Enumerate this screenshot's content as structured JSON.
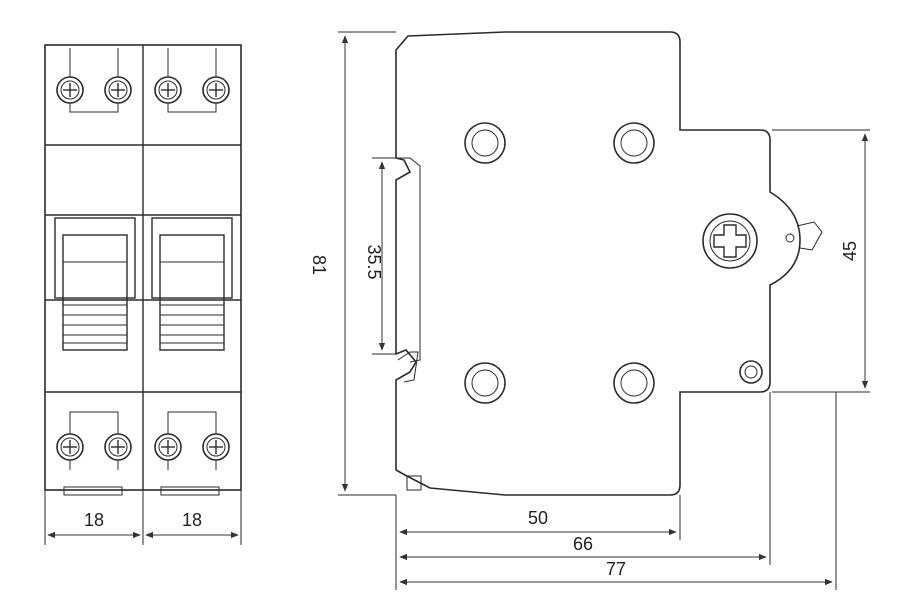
{
  "dimensions": {
    "front_width_left": "18",
    "front_width_right": "18",
    "height_total": "81",
    "rail_height": "35.5",
    "toggle_height": "45",
    "depth_50": "50",
    "depth_66": "66",
    "depth_77": "77"
  },
  "colors": {
    "stroke": "#2b2b2b",
    "background": "#ffffff"
  }
}
